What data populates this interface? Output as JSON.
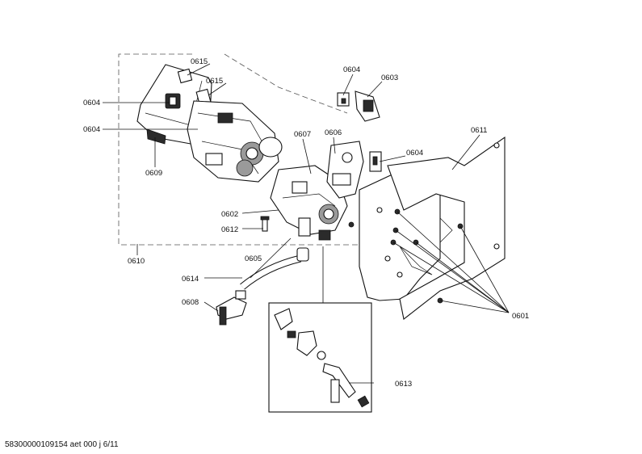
{
  "labels": {
    "p0615a": "0615",
    "p0615b": "0615",
    "p0604a": "0604",
    "p0604b": "0604",
    "p0609": "0609",
    "p0610": "0610",
    "p0604c": "0604",
    "p0603": "0603",
    "p0607": "0607",
    "p0606": "0606",
    "p0604d": "0604",
    "p0611": "0611",
    "p0602": "0602",
    "p0612": "0612",
    "p0605": "0605",
    "p0614": "0614",
    "p0608": "0608",
    "p0601": "0601",
    "p0613": "0613"
  },
  "footer": "58300000109154 aet 000 j 6/11"
}
